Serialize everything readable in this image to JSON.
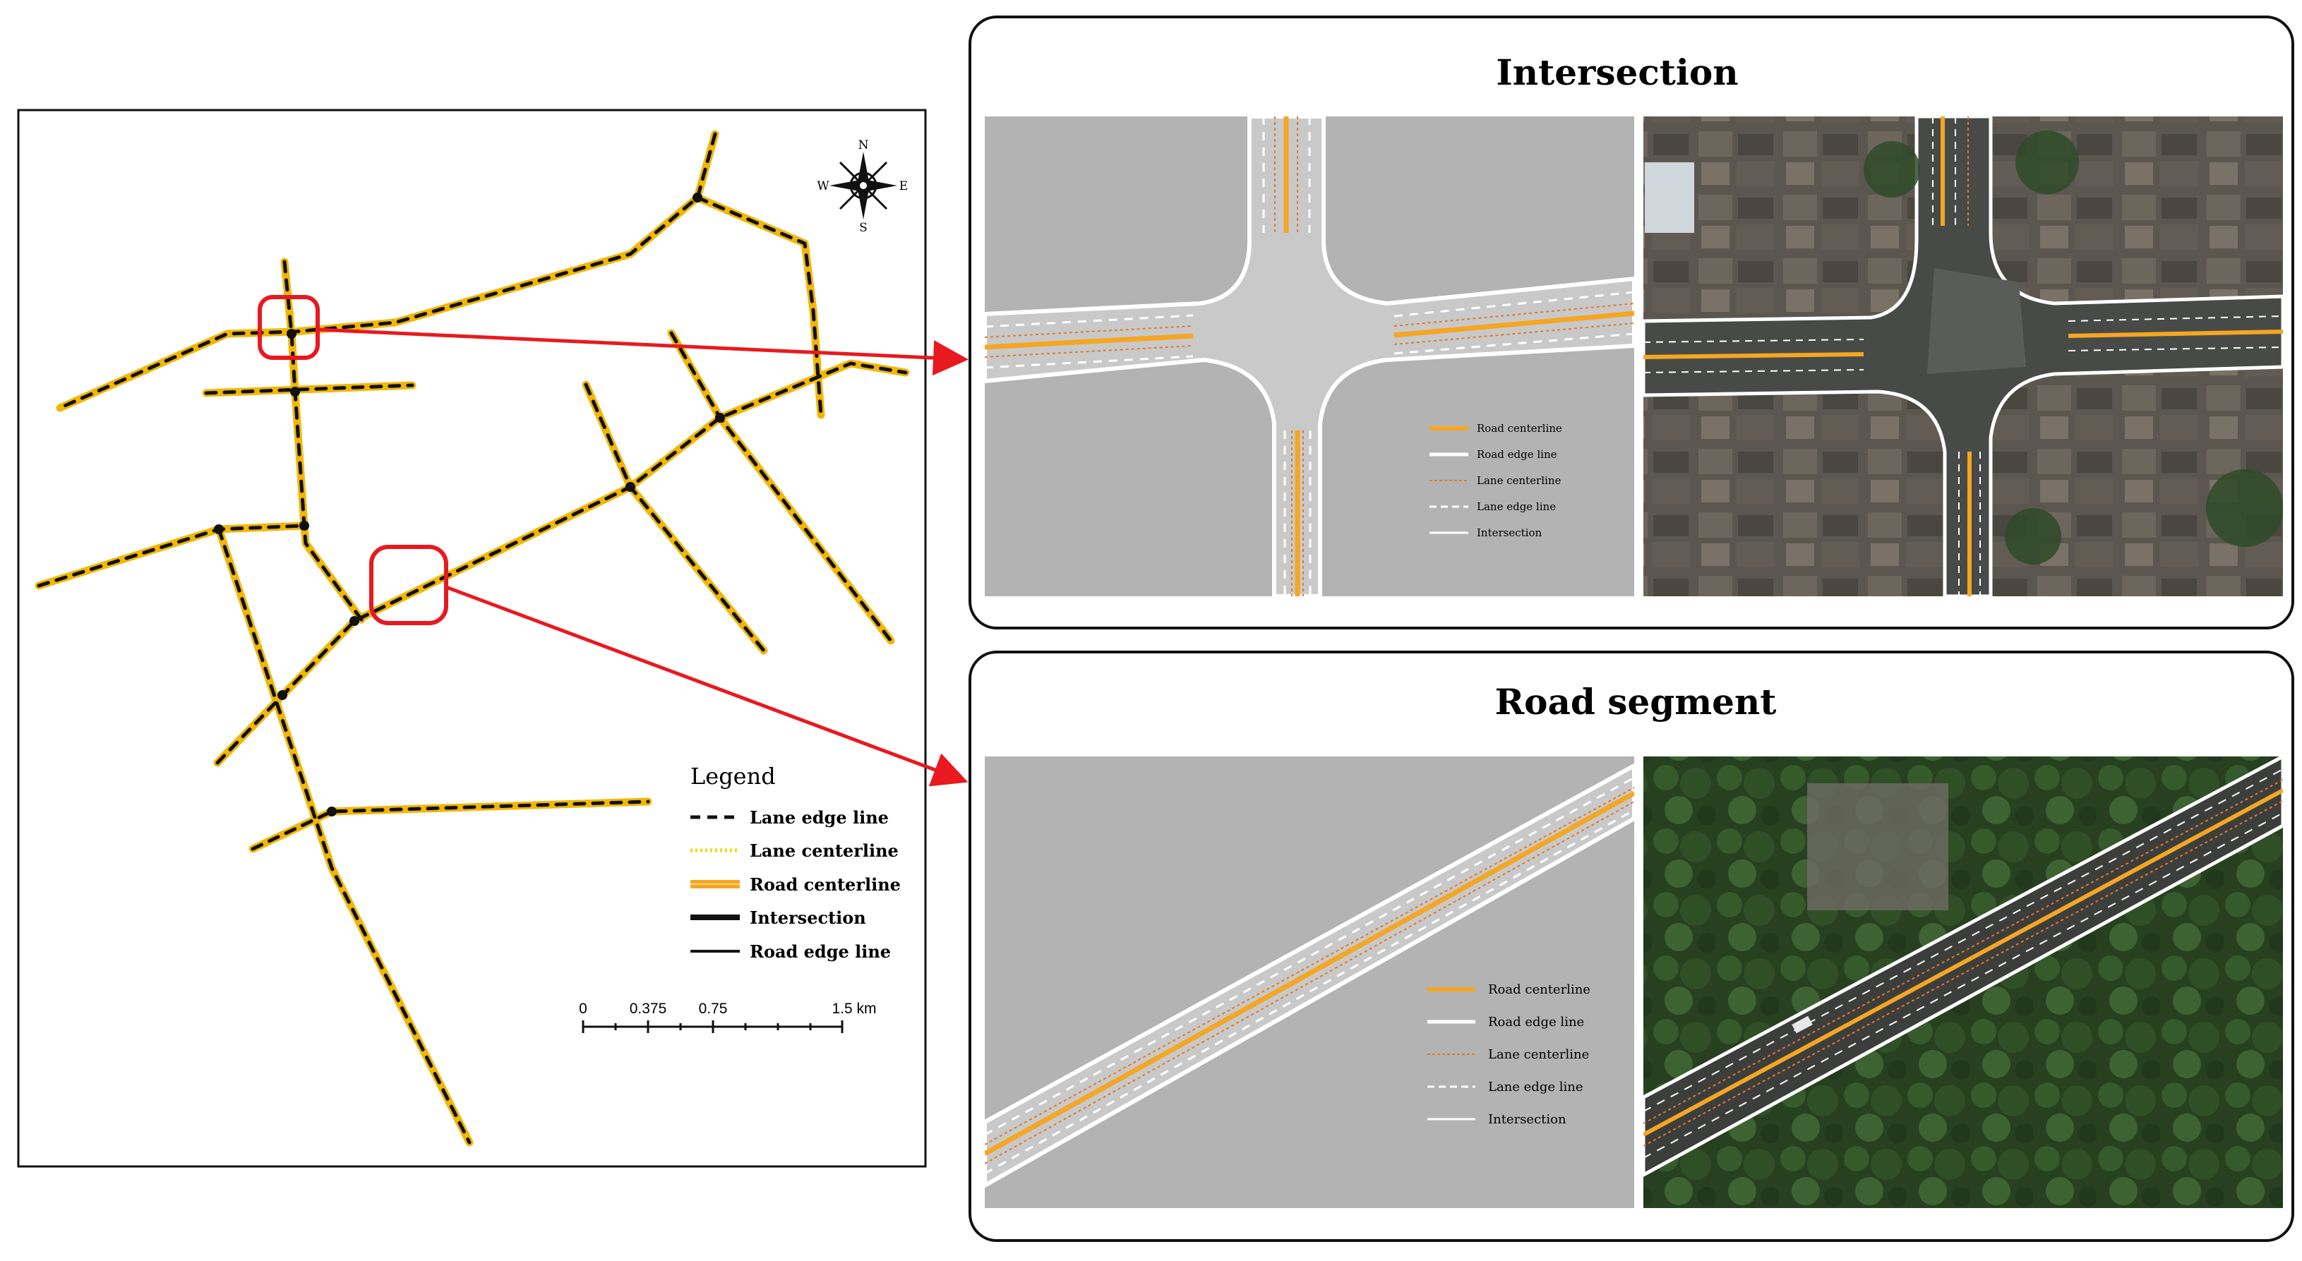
{
  "map": {
    "legend_title": "Legend",
    "legend_items": [
      {
        "label": "Lane edge line",
        "symbol": "dashed-black"
      },
      {
        "label": "Lane centerline",
        "symbol": "dotted-yellow"
      },
      {
        "label": "Road centerline",
        "symbol": "thick-orange"
      },
      {
        "label": "Intersection",
        "symbol": "thick-black"
      },
      {
        "label": "Road edge line",
        "symbol": "solid-black"
      }
    ],
    "compass": {
      "n": "N",
      "s": "S",
      "e": "E",
      "w": "W"
    },
    "scale_labels": [
      "0",
      "0.375",
      "0.75",
      "1.5 km"
    ]
  },
  "panels": {
    "intersection": {
      "title": "Intersection",
      "legend": [
        "Road centerline",
        "Road edge line",
        "Lane centerline",
        "Lane edge line",
        "Intersection"
      ]
    },
    "segment": {
      "title": "Road segment",
      "legend": [
        "Road centerline",
        "Road edge line",
        "Lane centerline",
        "Lane edge line",
        "Intersection"
      ]
    }
  },
  "colors": {
    "road_yellow": "#F2B705",
    "road_orange": "#F5A623",
    "highlight_red": "#E8191F",
    "panel_gray": "#B3B3B3",
    "satellite_dark": "#4A4A42",
    "vegetation": "#2E4A2A"
  }
}
